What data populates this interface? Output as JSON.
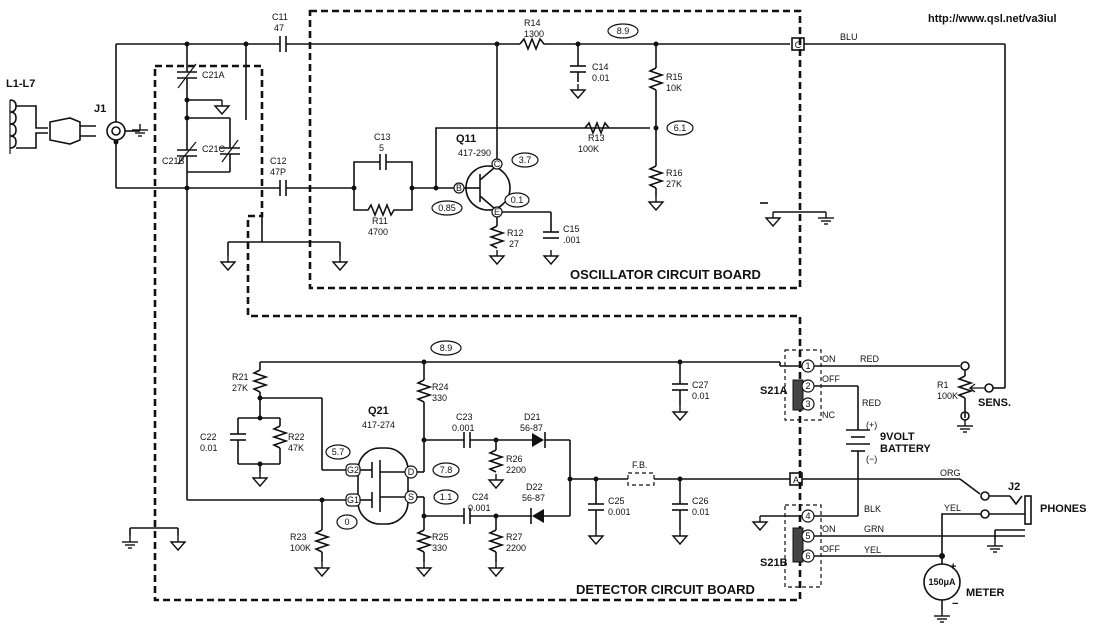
{
  "url": "http://www.qsl.net/va3iul",
  "boards": {
    "oscillator": "OSCILLATOR CIRCUIT BOARD",
    "detector": "DETECTOR CIRCUIT BOARD"
  },
  "components": {
    "l1l7": "L1-L7",
    "j1": "J1",
    "c11": [
      "C11",
      "47"
    ],
    "c12": [
      "C12",
      "47P"
    ],
    "c21a": "C21A",
    "c21b": "C21B",
    "c21c": "C21C",
    "c13": [
      "C13",
      "5"
    ],
    "r11": [
      "R11",
      "4700"
    ],
    "q11": [
      "Q11",
      "417-290"
    ],
    "r14": [
      "R14",
      "1300"
    ],
    "c14": [
      "C14",
      "0.01"
    ],
    "r15": [
      "R15",
      "10K"
    ],
    "r13": [
      "R13",
      "100K"
    ],
    "r16": [
      "R16",
      "27K"
    ],
    "r12": [
      "R12",
      "27"
    ],
    "c15": [
      "C15",
      ".001"
    ],
    "r21": [
      "R21",
      "27K"
    ],
    "c22": [
      "C22",
      "0.01"
    ],
    "r22": [
      "R22",
      "47K"
    ],
    "q21": [
      "Q21",
      "417-274"
    ],
    "r23": [
      "R23",
      "100K"
    ],
    "r24": [
      "R24",
      "330"
    ],
    "r25": [
      "R25",
      "330"
    ],
    "c23": [
      "C23",
      "0.001"
    ],
    "c24": [
      "C24",
      "0.001"
    ],
    "d21": [
      "D21",
      "56-87"
    ],
    "d22": [
      "D22",
      "56-87"
    ],
    "r26": [
      "R26",
      "2200"
    ],
    "r27": [
      "R27",
      "2200"
    ],
    "c25": [
      "C25",
      "0.001"
    ],
    "c26": [
      "C26",
      "0.01"
    ],
    "c27": [
      "C27",
      "0.01"
    ],
    "fb": "F.B.",
    "s21a": "S21A",
    "s21b": "S21B",
    "r1": [
      "R1",
      "100K"
    ],
    "sens": "SENS.",
    "battery": [
      "(+)",
      "9VOLT",
      "BATTERY",
      "(−)"
    ],
    "j2": "J2",
    "phones": "PHONES",
    "meter": [
      "150μA",
      "METER"
    ]
  },
  "pins": {
    "b": "B",
    "c": "C",
    "e": "E",
    "g1": "G1",
    "g2": "G2",
    "d": "D",
    "s": "S",
    "conn_c": "C",
    "conn_a": "A",
    "sw": [
      "1",
      "2",
      "3",
      "4",
      "5",
      "6"
    ],
    "sw_pos_a": [
      "ON",
      "OFF",
      "NC"
    ],
    "sw_pos_b": [
      "ON",
      "OFF"
    ]
  },
  "wires": {
    "blu": "BLU",
    "red1": "RED",
    "red2": "RED",
    "org": "ORG",
    "yel1": "YEL",
    "yel2": "YEL",
    "blk": "BLK",
    "grn": "GRN"
  },
  "voltages": {
    "v89a": "8.9",
    "v61": "6.1",
    "v37": "3.7",
    "v01": "0.1",
    "v085": "0.85",
    "v89b": "8.9",
    "v57": "5.7",
    "v78": "7.8",
    "v11": "1.1",
    "v0": "0"
  },
  "polarity": {
    "plus": "+",
    "minus": "−"
  }
}
